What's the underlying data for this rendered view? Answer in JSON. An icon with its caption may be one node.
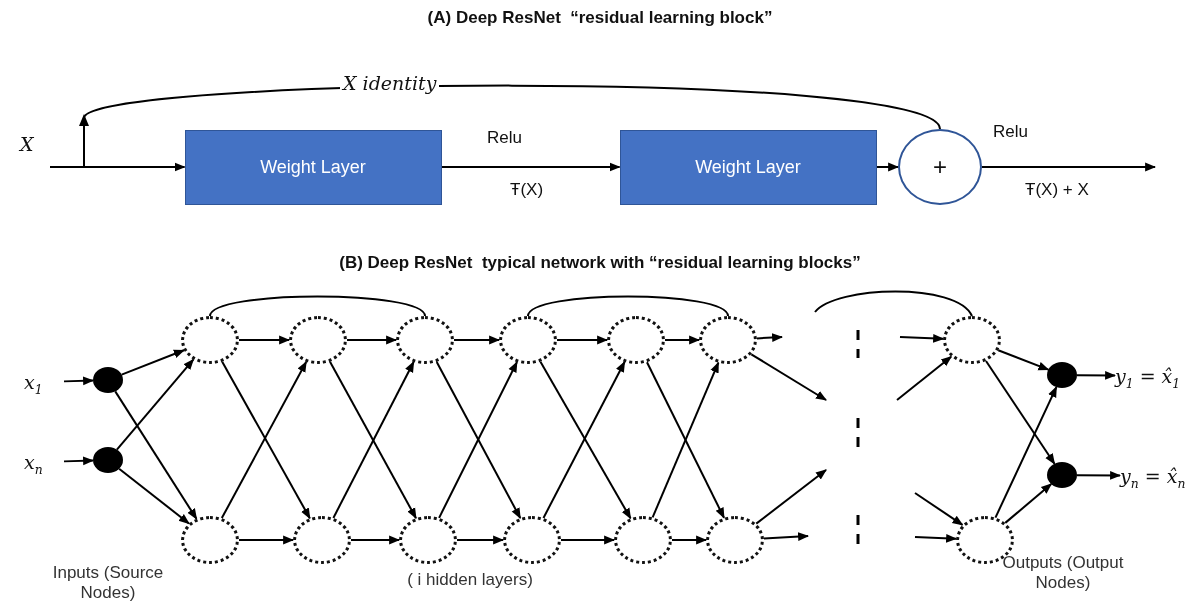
{
  "diagram": {
    "title": "(A) Deep ResNet  “residual learning block”",
    "nodes": [
      {
        "text": [
          "Weight Layer"
        ]
      },
      {
        "text": [
          "Weight Layer"
        ]
      },
      {
        "text": [
          "+"
        ]
      },
      {
        "text": [
          "x$_{1}$"
        ]
      },
      {
        "text": [
          "x$_{n}$"
        ]
      },
      {
        "text": [],
        "shape": "circle"
      },
      {
        "text": [],
        "shape": "circle"
      },
      {
        "text": [],
        "shape": "circle"
      },
      {
        "text": [],
        "shape": "circle"
      },
      {
        "text": [],
        "shape": "circle"
      },
      {
        "text": [],
        "shape": "circle"
      },
      {
        "text": [],
        "shape": "circle"
      },
      {
        "text": [],
        "shape": "circle"
      },
      {
        "text": [],
        "shape": "circle"
      },
      {
        "text": [],
        "shape": "circle"
      },
      {
        "text": [],
        "shape": "circle"
      },
      {
        "text": [],
        "shape": "circle"
      },
      {
        "text": [],
        "shape": "circle"
      },
      {
        "text": [],
        "shape": "circle"
      },
      {
        "text": [],
        "shape": "circle"
      },
      {
        "text": [],
        "shape": "circle"
      },
      {
        "text": [],
        "shape": "circle"
      },
      {
        "text": [],
        "shape": "circle"
      },
      {
        "text": [
          "y$_{1}$ = x̂$_{1}$"
        ]
      },
      {
        "text": [
          "y$_{n}$ = x̂$_{n}$"
        ]
      }
    ],
    "edges": [
      {
        "from": null,
        "to": 0,
        "arrow": "to"
      },
      {
        "from": 0,
        "to": 1,
        "arrow": "to"
      },
      {
        "from": 1,
        "to": 2,
        "arrow": "to"
      },
      {
        "from": null,
        "to": 2,
        "arrow": "none",
        "label": "X identity"
      },
      {
        "from": 2,
        "to": null,
        "arrow": "to"
      },
      {
        "from": 3,
        "to": 5,
        "arrow": "to"
      },
      {
        "from": 4,
        "to": 6,
        "arrow": "to"
      },
      {
        "from": 5,
        "to": 7,
        "arrow": "to"
      },
      {
        "from": 5,
        "to": 8,
        "arrow": "to"
      },
      {
        "from": 6,
        "to": 7,
        "arrow": "to"
      },
      {
        "from": 6,
        "to": 8,
        "arrow": "to"
      },
      {
        "from": 7,
        "to": 9,
        "arrow": "to"
      },
      {
        "from": 8,
        "to": 10,
        "arrow": "to"
      },
      {
        "from": 7,
        "to": 10,
        "arrow": "to"
      },
      {
        "from": 8,
        "to": 9,
        "arrow": "to"
      },
      {
        "from": 9,
        "to": 11,
        "arrow": "to"
      },
      {
        "from": 10,
        "to": 12,
        "arrow": "to"
      },
      {
        "from": 9,
        "to": 12,
        "arrow": "to"
      },
      {
        "from": 10,
        "to": 11,
        "arrow": "to"
      },
      {
        "from": 11,
        "to": 13,
        "arrow": "to"
      },
      {
        "from": 12,
        "to": 14,
        "arrow": "to"
      },
      {
        "from": 11,
        "to": 14,
        "arrow": "to"
      },
      {
        "from": 12,
        "to": 13,
        "arrow": "to"
      },
      {
        "from": 13,
        "to": 15,
        "arrow": "to"
      },
      {
        "from": 14,
        "to": 16,
        "arrow": "to"
      },
      {
        "from": 13,
        "to": 16,
        "arrow": "to"
      },
      {
        "from": 14,
        "to": 15,
        "arrow": "to"
      },
      {
        "from": 15,
        "to": 17,
        "arrow": "to"
      },
      {
        "from": 16,
        "to": 18,
        "arrow": "to"
      },
      {
        "from": 15,
        "to": 18,
        "arrow": "to"
      },
      {
        "from": 16,
        "to": 17,
        "arrow": "to"
      },
      {
        "from": 7,
        "to": 11,
        "arrow": "none"
      },
      {
        "from": 13,
        "to": 17,
        "arrow": "none"
      },
      {
        "from": null,
        "to": 19,
        "arrow": "none"
      },
      {
        "from": 17,
        "to": null,
        "arrow": "to"
      },
      {
        "from": 17,
        "to": null,
        "arrow": "to"
      },
      {
        "from": 18,
        "to": null,
        "arrow": "to"
      },
      {
        "from": 18,
        "to": null,
        "arrow": "to"
      },
      {
        "from": null,
        "to": 19,
        "arrow": "to"
      },
      {
        "from": null,
        "to": 19,
        "arrow": "to"
      },
      {
        "from": null,
        "to": 20,
        "arrow": "to"
      },
      {
        "from": null,
        "to": 20,
        "arrow": "to"
      },
      {
        "from": 19,
        "to": 21,
        "arrow": "to"
      },
      {
        "from": 19,
        "to": 22,
        "arrow": "to"
      },
      {
        "from": 20,
        "to": 21,
        "arrow": "to"
      },
      {
        "from": 20,
        "to": 22,
        "arrow": "to"
      },
      {
        "from": 21,
        "to": 23,
        "arrow": "to"
      },
      {
        "from": 22,
        "to": 24,
        "arrow": "to"
      }
    ],
    "labels": [
      "X",
      "Relu",
      "Ŧ(X)",
      "Relu",
      "Ŧ(X) + X",
      "(B) Deep ResNet  typical network with “residual learning blocks”",
      "Inputs (Source Nodes)",
      "( i hidden layers)",
      "Outputs (Output Nodes)"
    ]
  }
}
